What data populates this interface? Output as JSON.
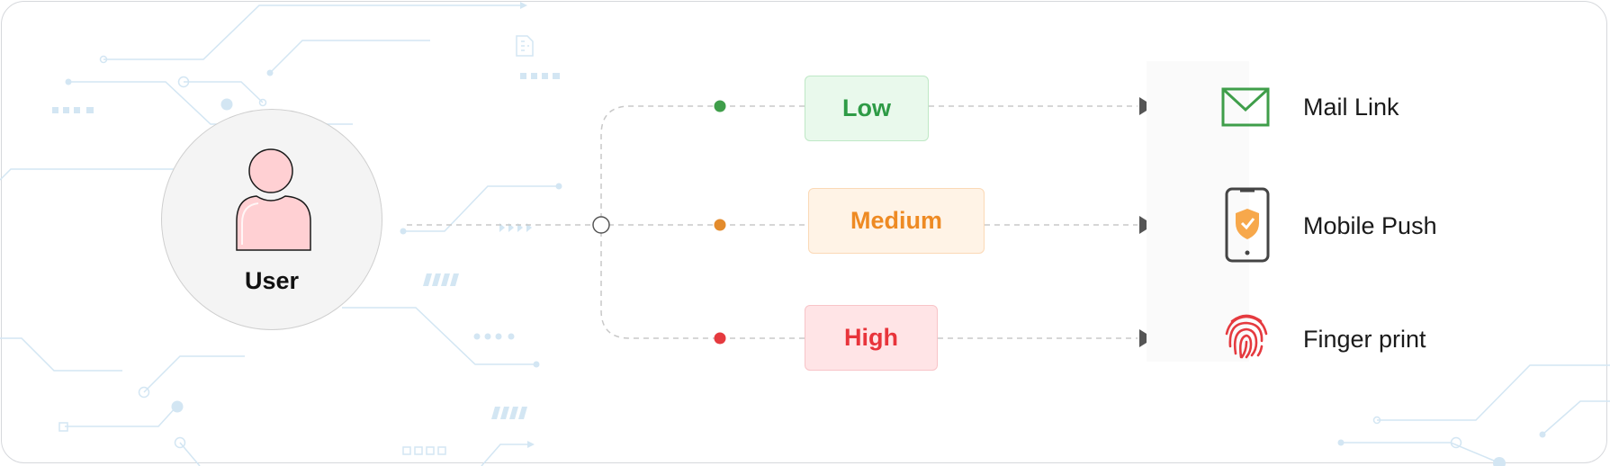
{
  "user": {
    "label": "User",
    "icon": "user-icon"
  },
  "levels": [
    {
      "label": "Low",
      "color": "#2e9b46",
      "dot_color": "#3f9e4a"
    },
    {
      "label": "Medium",
      "color": "#ee8a23",
      "dot_color": "#e38b2c"
    },
    {
      "label": "High",
      "color": "#e8343b",
      "dot_color": "#e53a3f"
    }
  ],
  "methods": [
    {
      "label": "Mail Link",
      "icon": "mail-icon",
      "color": "#3f9e4a"
    },
    {
      "label": "Mobile Push",
      "icon": "mobile-shield-icon",
      "color": "#f0a04a"
    },
    {
      "label": "Finger print",
      "icon": "fingerprint-icon",
      "color": "#e53a3f"
    }
  ]
}
